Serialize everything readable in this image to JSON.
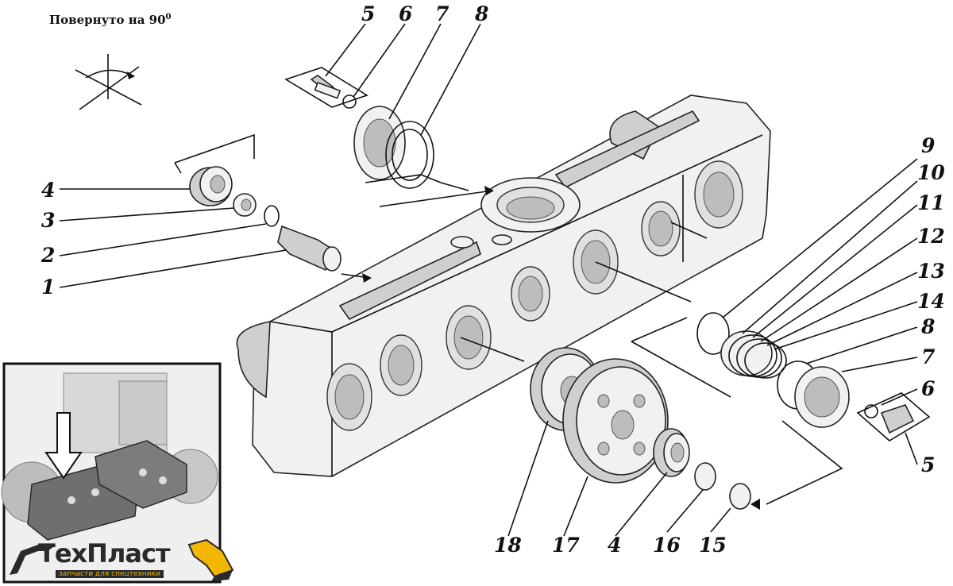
{
  "note": {
    "text": "Повернуто на 90",
    "degree": "0"
  },
  "callouts": {
    "c1": "1",
    "c2": "2",
    "c3": "3",
    "c4a": "4",
    "c5a": "5",
    "c6a": "6",
    "c7a": "7",
    "c8a": "8",
    "c9": "9",
    "c10": "10",
    "c11": "11",
    "c12": "12",
    "c13": "13",
    "c14": "14",
    "c8b": "8",
    "c7b": "7",
    "c6b": "6",
    "c5b": "5",
    "c18": "18",
    "c17": "17",
    "c4b": "4",
    "c16": "16",
    "c15": "15"
  },
  "logo": {
    "name": "ТехПласт",
    "tagline": "запчасти для спецтехники"
  },
  "colors": {
    "ink": "#111111",
    "logo_dark": "#2a2a2a",
    "logo_accent": "#f2b705"
  }
}
